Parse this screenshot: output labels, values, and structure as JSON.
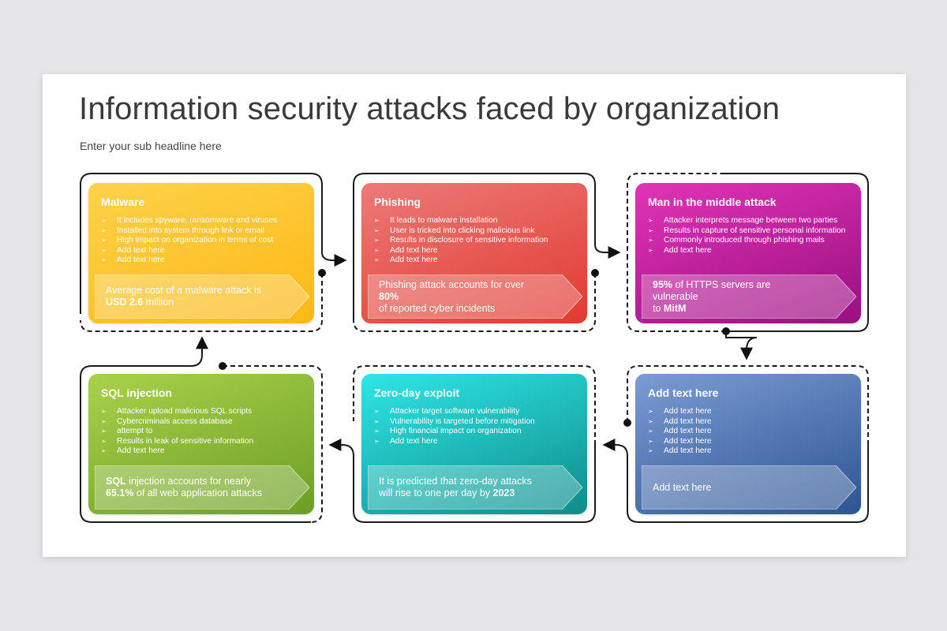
{
  "title": "Information security attacks faced by organization",
  "subtitle": "Enter your sub headline here",
  "cards": [
    {
      "id": "malware",
      "title": "Malware",
      "color_top": "#fdd24a",
      "color_bottom": "#fdb814",
      "items": [
        "It includes spyware, ransomware and viruses",
        "Installed into system through link or email",
        "High impact on organization in terms of cost",
        "Add text here",
        "Add text here"
      ],
      "banner": {
        "line1": "Average cost of a malware attack is",
        "bold": "USD 2.6",
        "rest": " million"
      }
    },
    {
      "id": "phishing",
      "title": "Phishing",
      "color_top": "#ec7a78",
      "color_bottom": "#e23a30",
      "items": [
        "It leads to malware installation",
        "User is tricked into clicking malicious link",
        "Results in disclosure of sensitive information",
        "Add text here",
        "Add text here"
      ],
      "banner": {
        "line1_prefix": "Phishing attack accounts for over ",
        "line1_bold": "80%",
        "line2": "of reported cyber incidents"
      }
    },
    {
      "id": "mitm",
      "title": "Man in the middle attack",
      "color_top": "#e134b8",
      "color_bottom": "#9a0f80",
      "items": [
        "Attacker interprets message between two parties",
        "Results in capture of sensitive personal information",
        "Commonly introduced through phishing mails",
        "Add text here"
      ],
      "banner": {
        "line1_bold": "95%",
        "line1_rest": " of HTTPS servers are vulnerable",
        "line2_prefix": "to ",
        "line2_bold": "MitM"
      }
    },
    {
      "id": "sql",
      "title": "SQL injection",
      "color_top": "#a9d14b",
      "color_bottom": "#6d9e24",
      "items": [
        "Attacker upload malicious SQL scripts",
        "Cybercriminals access database",
        "attempt to",
        "Results in leak of sensitive information",
        "Add text here"
      ],
      "banner": {
        "line1_bold": "SQL",
        "line1_rest": " injection accounts for nearly",
        "line2_bold": "65.1%",
        "line2_rest": " of all web application attacks"
      }
    },
    {
      "id": "zeroday",
      "title": "Zero-day exploit",
      "color_top": "#2ee6e6",
      "color_bottom": "#0f8c8a",
      "items": [
        "Attacker target software vulnerability",
        "Vulnerability is targeted before mitigation",
        "High financial impact on organization",
        "Add text here"
      ],
      "banner": {
        "line1": "It is predicted that zero-day attacks",
        "line2_prefix": "will rise to one per day by ",
        "line2_bold": "2023"
      }
    },
    {
      "id": "addtext",
      "title": "Add text here",
      "color_top": "#7c9bd4",
      "color_bottom": "#2d5593",
      "items": [
        "Add text here",
        "Add text here",
        "Add text here",
        "Add text here",
        "Add text here"
      ],
      "banner": {
        "line1": "Add text here"
      }
    }
  ]
}
